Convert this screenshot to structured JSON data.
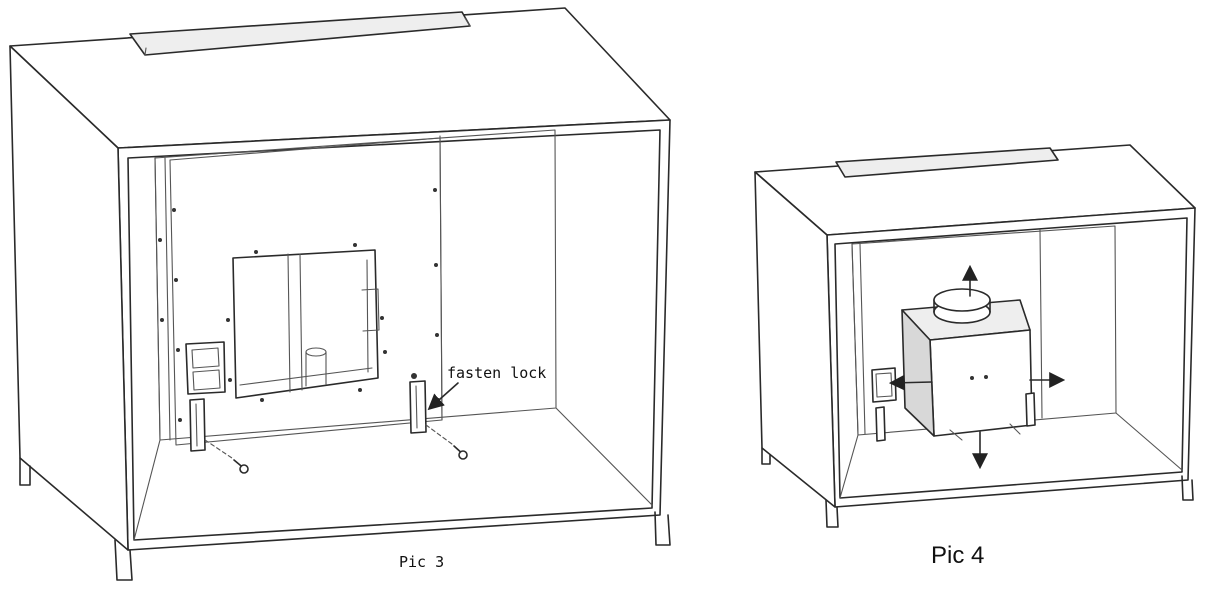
{
  "figures": [
    {
      "caption": "Pic 3",
      "callout": "fasten lock"
    },
    {
      "caption": "Pic 4"
    }
  ]
}
